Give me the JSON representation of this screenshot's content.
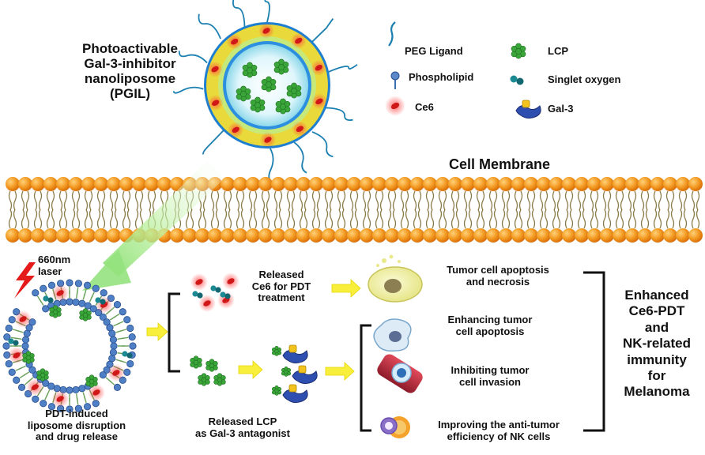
{
  "title": {
    "line1": "Photoactivable",
    "line2": "Gal-3-inhibitor",
    "line3": "nanoliposome",
    "line4": "(PGIL)"
  },
  "legend": {
    "peg": "PEG Ligand",
    "lcp": "LCP",
    "phospholipid": "Phospholipid",
    "singlet": "Singlet oxygen",
    "ce6": "Ce6",
    "gal3": "Gal-3"
  },
  "membrane_label": "Cell Membrane",
  "laser": {
    "line1": "660nm",
    "line2": "laser"
  },
  "disruption": {
    "line1": "PDT-induced",
    "line2": "liposome disruption",
    "line3": "and drug release"
  },
  "released_ce6": {
    "line1": "Released",
    "line2": "Ce6 for PDT",
    "line3": "treatment"
  },
  "released_lcp": {
    "line1": "Released LCP",
    "line2": "as Gal-3 antagonist"
  },
  "outcomes": {
    "apoptosis_necrosis": {
      "line1": "Tumor cell apoptosis",
      "line2": "and necrosis"
    },
    "enhancing": {
      "line1": "Enhancing tumor",
      "line2": "cell apoptosis"
    },
    "inhibiting": {
      "line1": "Inhibiting tumor",
      "line2": "cell invasion"
    },
    "improving": {
      "line1": "Improving the anti-tumor",
      "line2": "efficiency of  NK cells"
    }
  },
  "conclusion": {
    "line1": "Enhanced",
    "line2": "Ce6-PDT",
    "line3": "and",
    "line4": "NK-related",
    "line5": "immunity",
    "line6": "for",
    "line7": "Melanoma"
  },
  "colors": {
    "lipid_head": "#f08a1c",
    "ce6_red": "#e01e1e",
    "lcp_green": "#3aa63a",
    "singlet_teal": "#1b8a93",
    "gal3_blue": "#2f4fb0",
    "gal3_yellow": "#f2c21d",
    "arrow_yellow": "#f7ef3c",
    "liposome_outer": "#e9d93a"
  }
}
